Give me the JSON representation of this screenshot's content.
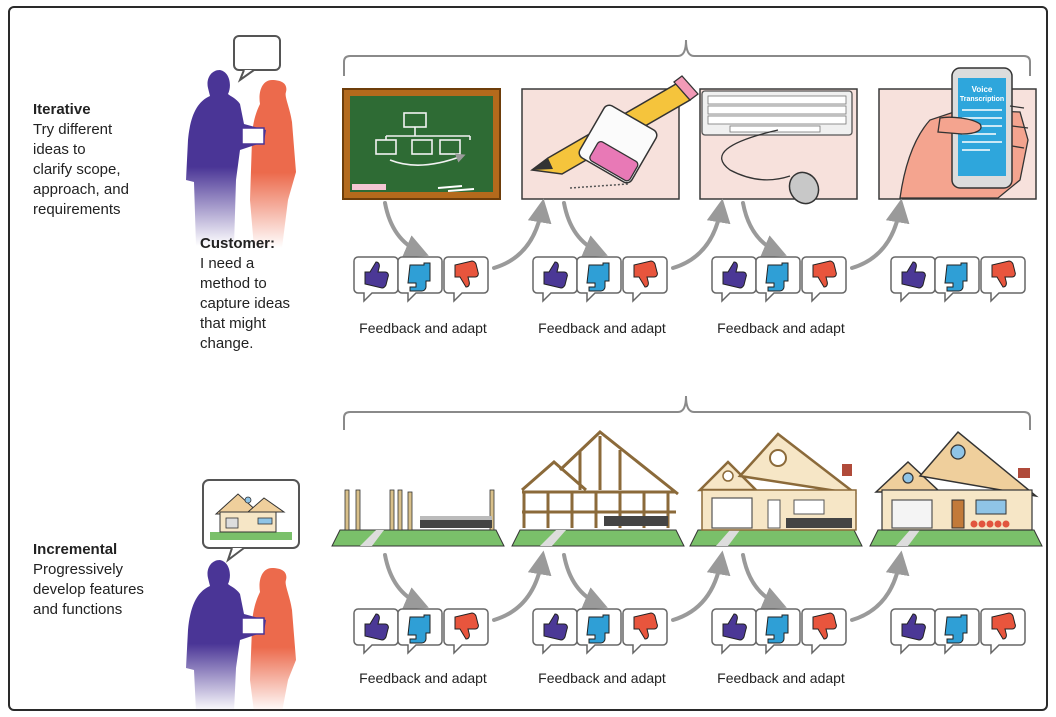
{
  "iterative": {
    "title": "Iterative",
    "description_lines": [
      "Try different",
      "ideas to",
      "clarify scope,",
      "approach, and",
      "requirements"
    ],
    "customer_label": "Customer:",
    "customer_lines": [
      "I need a",
      "method to",
      "capture ideas",
      "that might",
      "change."
    ],
    "phone_text_line1": "Voice",
    "phone_text_line2": "Transcription"
  },
  "incremental": {
    "title": "Incremental",
    "description_lines": [
      "Progressively",
      "develop features",
      "and functions"
    ]
  },
  "feedback_label": "Feedback and adapt",
  "colors": {
    "thumbs_up": "#4b3896",
    "thumbs_side": "#2f9fd6",
    "thumbs_down": "#e8553d",
    "person_man": "#4a3596",
    "person_woman": "#ec6a4c",
    "chalkboard": "#2e6b34",
    "grass": "#7ac06a"
  }
}
